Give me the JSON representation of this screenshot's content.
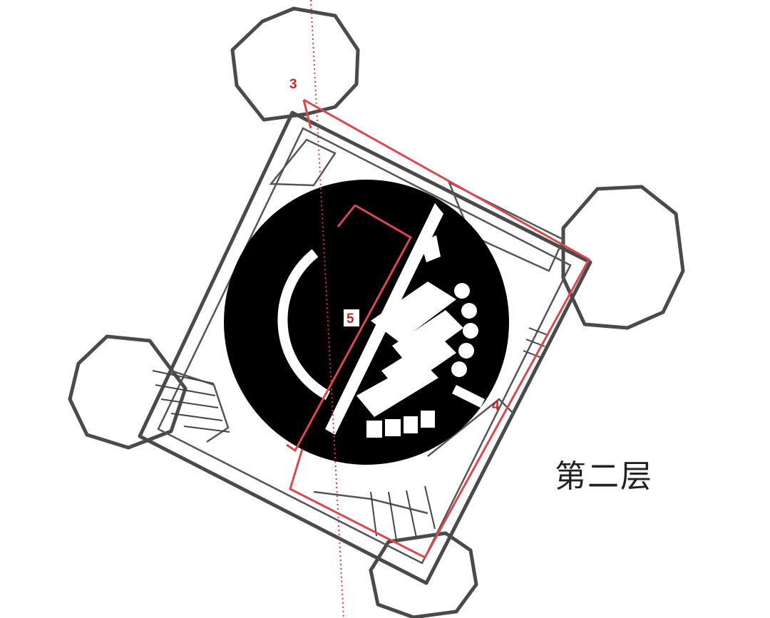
{
  "markers": [
    "3",
    "4",
    "5"
  ],
  "floor_label": "第二层",
  "colors": {
    "section_line": "#d9484e",
    "axis_line": "#d43a3a",
    "walls": "#4a4a4a",
    "core": "#000000"
  }
}
